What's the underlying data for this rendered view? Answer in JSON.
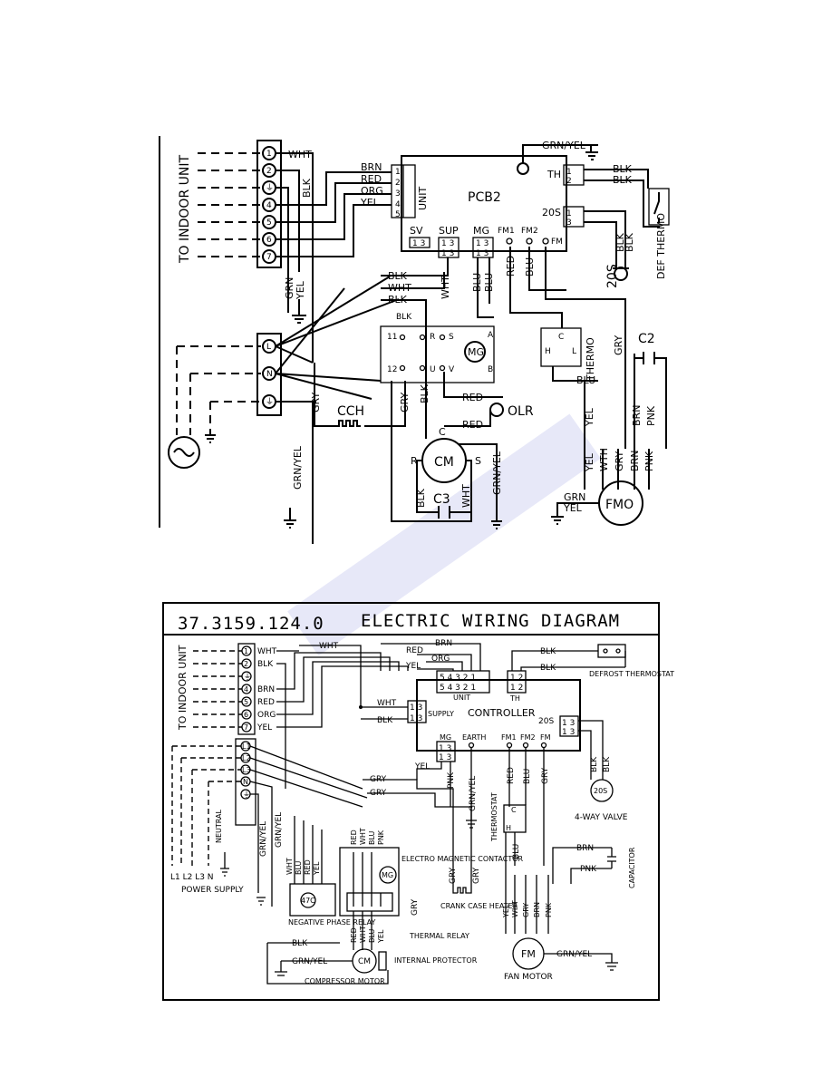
{
  "diagram1": {
    "side_label": "TO INDOOR UNIT",
    "terminals": [
      "1",
      "2",
      "⏚",
      "4",
      "5",
      "6",
      "7"
    ],
    "power_terminals": [
      "L",
      "N",
      "⏚"
    ],
    "wires": {
      "wht": "WHT",
      "blk": "BLK",
      "brn": "BRN",
      "red": "RED",
      "org": "ORG",
      "yel": "YEL",
      "grn": "GRN",
      "grnyel": "GRN/YEL",
      "blu": "BLU",
      "gry": "GRY",
      "pnk": "PNK",
      "wth": "WTH"
    },
    "pcb": "PCB2",
    "unit": "UNIT",
    "unit_pins": [
      "1",
      "2",
      "3",
      "4",
      "5"
    ],
    "sv": "SV",
    "sup": "SUP",
    "mg": "MG",
    "fm1": "FM1",
    "fm2": "FM2",
    "fm": "FM",
    "th": "TH",
    "s20": "20S",
    "pins13": "1 3",
    "pin1": "1",
    "pin2": "2",
    "pin3": "3",
    "def_thermo": "DEF THERMO",
    "thermo": "THERMO",
    "c2": "C2",
    "c3": "C3",
    "cch": "CCH",
    "olr": "OLR",
    "cm": "CM",
    "fmo": "FMO",
    "mgc": "MG",
    "relay": {
      "p11": "11",
      "p12": "12",
      "r": "R",
      "u": "U",
      "s": "S",
      "v": "V",
      "a": "A",
      "b": "B",
      "c": "C",
      "h": "H",
      "l": "L"
    }
  },
  "diagram2": {
    "code": "37.3159.124.0",
    "title": "ELECTRIC WIRING DIAGRAM",
    "side_label": "TO INDOOR UNIT",
    "terminals": [
      "1",
      "2",
      "⏚",
      "4",
      "5",
      "6",
      "7"
    ],
    "terminal_wires": [
      "WHT",
      "BLK",
      "",
      "BRN",
      "RED",
      "ORG",
      "YEL"
    ],
    "power_terminals": [
      "L1",
      "L2",
      "L3",
      "N",
      "⏚"
    ],
    "unit": "UNIT",
    "th": "TH",
    "supply": "SUPPLY",
    "controller": "CONTROLLER",
    "s20": "20S",
    "mg": "MG",
    "earth": "EARTH",
    "fm1": "FM1",
    "fm2": "FM2",
    "fm": "FM",
    "defrost": "DEFROST THERMOSTAT",
    "four_way": "4-WAY VALVE",
    "thermostat": "THERMOSTAT",
    "capacitor": "CAPACITOR",
    "fan_motor": "FAN MOTOR",
    "compressor": "COMPRESSOR MOTOR",
    "crank": "CRANK CASE HEATER",
    "thermal": "THERMAL RELAY",
    "internal": "INTERNAL PROTECTOR",
    "contactor": "ELECTRO MAGNETIC CONTACTOR",
    "npr": "NEGATIVE PHASE RELAY",
    "npr_code": "47C",
    "power_supply": "POWER SUPPLY",
    "neutral": "NEUTRAL",
    "phases": "L1 L2 L3 N",
    "wires": {
      "wht": "WHT",
      "blk": "BLK",
      "brn": "BRN",
      "red": "RED",
      "org": "ORG",
      "yel": "YEL",
      "gry": "GRY",
      "pnk": "PNK",
      "blu": "BLU",
      "grnyel": "GRN/YEL"
    },
    "unit_pins": "5 4 3 2 1",
    "th_pins": "1 2",
    "pins13": "1 3",
    "cm": "CM",
    "fmc": "FM",
    "mgc": "MG"
  }
}
